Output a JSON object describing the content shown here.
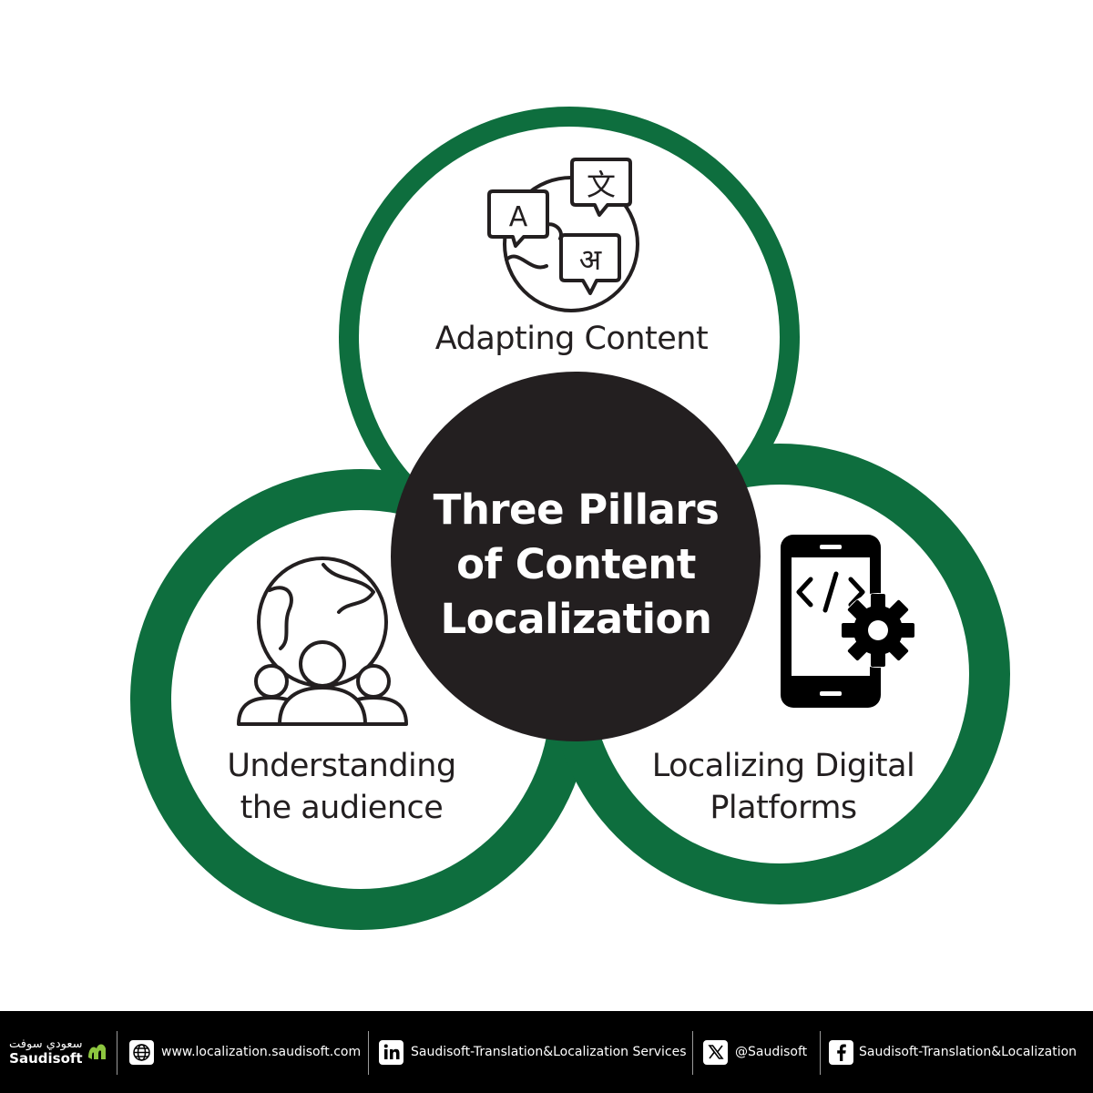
{
  "diagram": {
    "title_lines": [
      "Three Pillars",
      "of Content",
      "Localization"
    ],
    "pillars": [
      {
        "label_lines": [
          "Adapting Content"
        ],
        "icon": "translation-globe-icon"
      },
      {
        "label_lines": [
          "Understanding",
          "the audience"
        ],
        "icon": "audience-globe-icon"
      },
      {
        "label_lines": [
          "Localizing Digital",
          "Platforms"
        ],
        "icon": "mobile-code-gear-icon"
      }
    ],
    "colors": {
      "ring": "#0e6e3e",
      "center": "#231f20",
      "text": "#231f20",
      "footer_bg": "#000000",
      "brand_accent": "#8dc63f"
    },
    "icon_glyphs": {
      "a": "A",
      "b": "文",
      "c": "अ"
    }
  },
  "footer": {
    "brand_arabic": "سعودي سوفت",
    "brand_name": "Saudisoft",
    "website": "www.localization.saudisoft.com",
    "linkedin": "Saudisoft-Translation&Localization Services",
    "x_handle": "@Saudisoft",
    "facebook": "Saudisoft-Translation&Localization",
    "icons": [
      "globe-icon",
      "linkedin-icon",
      "x-icon",
      "facebook-icon"
    ]
  }
}
